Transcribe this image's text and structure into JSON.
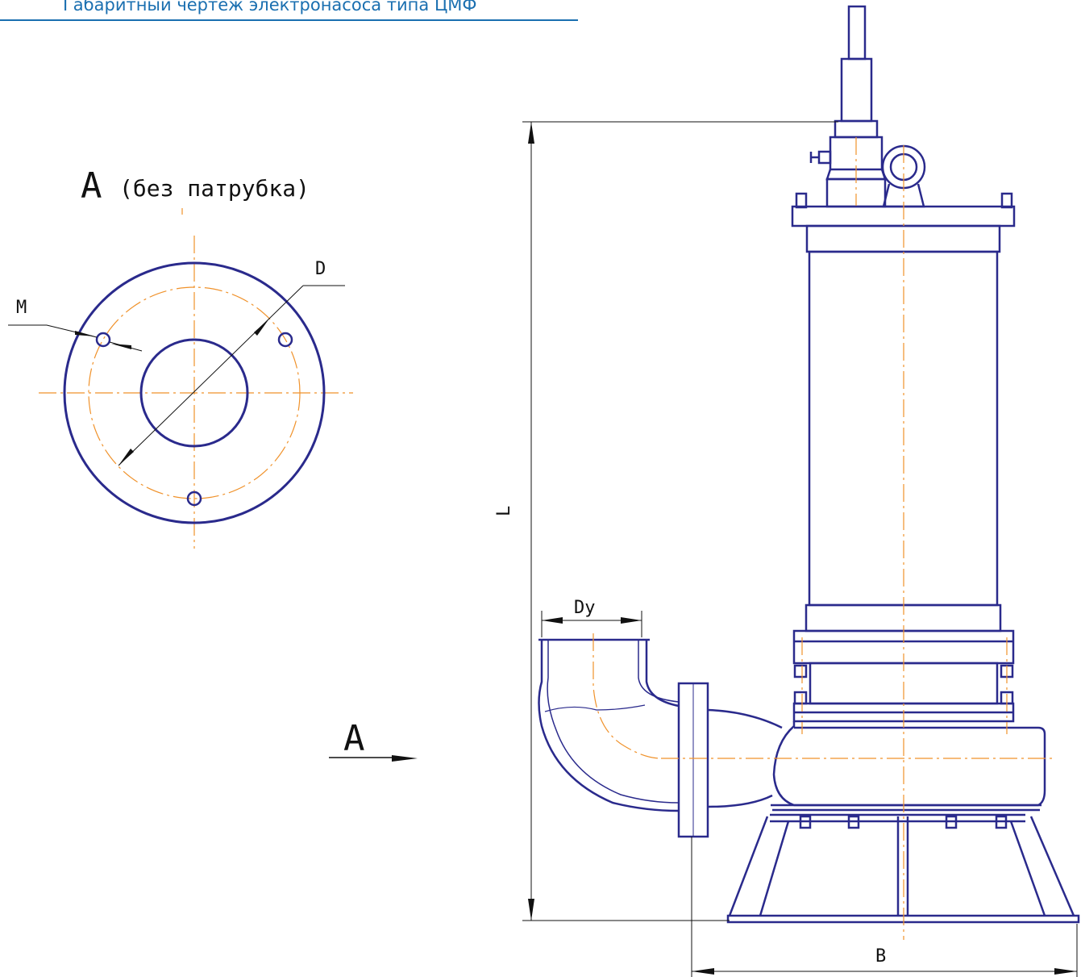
{
  "title": "Габаритный чертеж  электронасоса типа ЦМФ",
  "view": {
    "name": "А",
    "note": "(без патрубка)"
  },
  "labels": {
    "M": "М",
    "D": "D",
    "Dy": "Dy",
    "L": "L",
    "B": "B",
    "arrow": "А"
  },
  "colors": {
    "outline": "#2a2a8c",
    "axis": "#f0922b",
    "dimension": "#111111",
    "title": "#1a6fb0"
  }
}
